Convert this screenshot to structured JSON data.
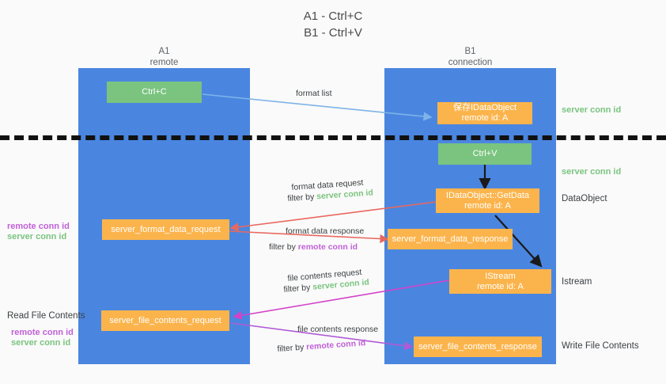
{
  "title": {
    "line1": "A1 - Ctrl+C",
    "line2": "B1 - Ctrl+V"
  },
  "columns": {
    "left": {
      "name": "A1",
      "sub": "remote"
    },
    "right": {
      "name": "B1",
      "sub": "connection"
    }
  },
  "boxes": {
    "ctrl_c": {
      "line1": "Ctrl+C",
      "line2": ""
    },
    "ctrl_v": {
      "line1": "Ctrl+V",
      "line2": ""
    },
    "save_dataobject": {
      "line1": "保存IDataObject",
      "line2": "remote id: A"
    },
    "getdata": {
      "line1": "IDataObject::GetData",
      "line2": "remote id: A"
    },
    "istream": {
      "line1": "IStream",
      "line2": "remote id: A"
    },
    "format_data_request": {
      "line1": "server_format_data_request",
      "line2": ""
    },
    "format_data_response": {
      "line1": "server_format_data_response",
      "line2": ""
    },
    "file_contents_request": {
      "line1": "server_file_contents_request",
      "line2": ""
    },
    "file_contents_response": {
      "line1": "server_file_contents_response",
      "line2": ""
    }
  },
  "right_labels": {
    "server_conn_id_top": "server conn id",
    "server_conn_id_second": "server conn id",
    "dataobject": "DataObject",
    "istream": "Istream",
    "write_file_contents": "Write File Contents"
  },
  "left_labels": {
    "remote_conn_id_1": "remote conn id",
    "server_conn_id_1": "server conn id",
    "read_file_contents": "Read File Contents",
    "remote_conn_id_2": "remote conn id",
    "server_conn_id_2": "server conn id"
  },
  "arrow_labels": {
    "format_list": "format list",
    "format_data_request": "format data request",
    "format_data_request_filter_prefix": "filter by ",
    "format_data_request_filter_value": "server conn id",
    "format_data_response": "format data response",
    "format_data_response_filter_prefix": "filter by ",
    "format_data_response_filter_value": "remote conn id",
    "file_contents_request": "file contents request",
    "file_contents_request_filter_prefix": "filter by ",
    "file_contents_request_filter_value": "server conn id",
    "file_contents_response": "file contents response",
    "file_contents_response_filter_prefix": "filter by ",
    "file_contents_response_filter_value": "remote conn id"
  },
  "colors": {
    "lane_blue": "#4a86e0",
    "box_orange": "#fbb44c",
    "box_green": "#7ac47f",
    "green_text": "#7ac47f",
    "purple_text": "#c160d8",
    "arrow_blue": "#7eb3e8",
    "arrow_red": "#e8685f",
    "arrow_magenta": "#d243c9",
    "arrow_purple": "#b05bd6",
    "arrow_black": "#1a1a1a",
    "divider": "#111111",
    "background": "#fafafa"
  }
}
